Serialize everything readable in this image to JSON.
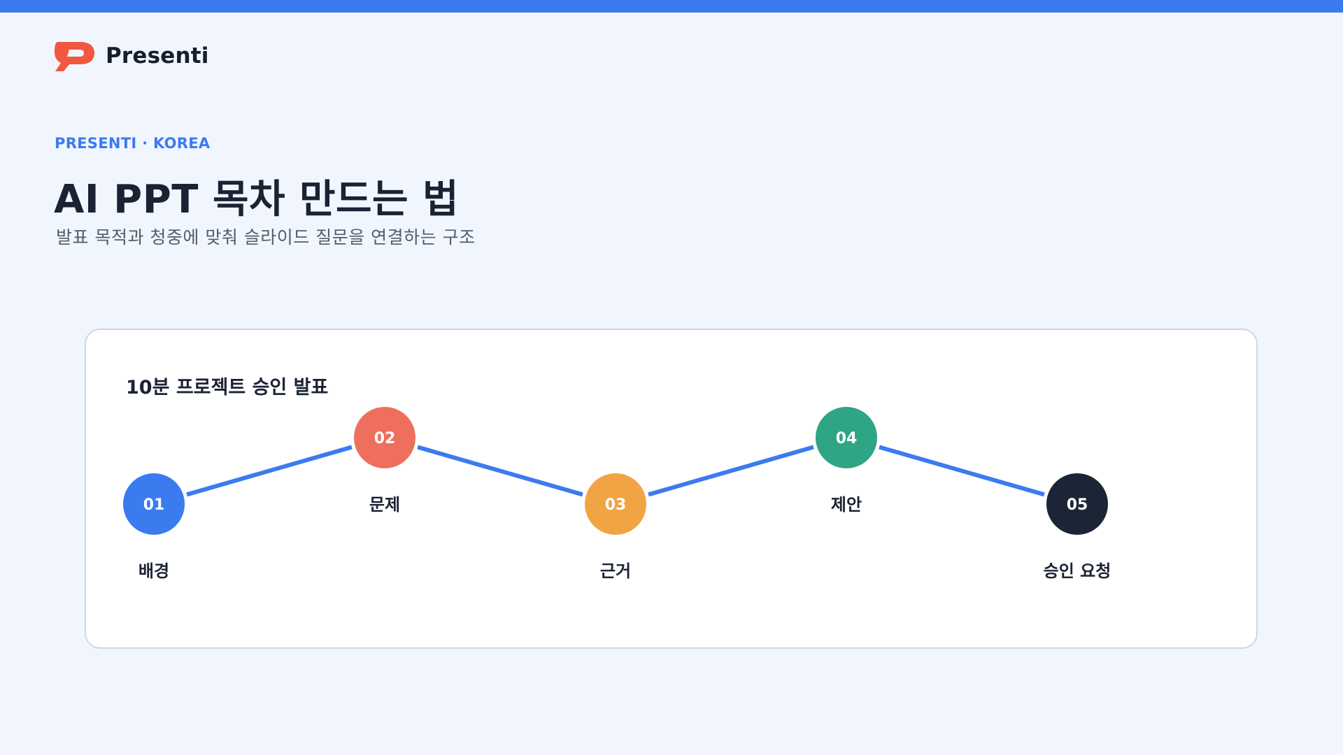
{
  "brand": {
    "name": "Presenti"
  },
  "header": {
    "eyebrow": "PRESENTI · KOREA",
    "title": "AI PPT 목차 만드는 법",
    "subtitle": "발표 목적과 청중에 맞춰 슬라이드 질문을 연결하는 구조"
  },
  "card": {
    "title": "10분 프로젝트 승인 발표"
  },
  "steps": [
    {
      "number": "01",
      "label": "배경",
      "level": "low",
      "color": "#3b7bf0"
    },
    {
      "number": "02",
      "label": "문제",
      "level": "high",
      "color": "#ef6f5e"
    },
    {
      "number": "03",
      "label": "근거",
      "level": "low",
      "color": "#f1a444"
    },
    {
      "number": "04",
      "label": "제안",
      "level": "high",
      "color": "#2ea585"
    },
    {
      "number": "05",
      "label": "승인 요청",
      "level": "low",
      "color": "#1c2536"
    }
  ],
  "colors": {
    "accent": "#3b7bf0",
    "top_bar": "#3b7bf0",
    "logo": "#f2573f",
    "background": "#f1f6fe",
    "connector": "#3b7bf0"
  }
}
